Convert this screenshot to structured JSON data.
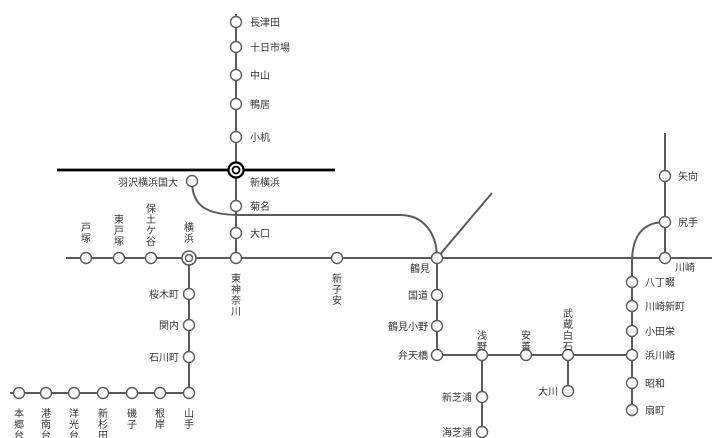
{
  "map": {
    "stations": {
      "nagatsuda": "長津田",
      "tokaichiba": "十日市場",
      "nakayama": "中山",
      "kamoi": "鴨居",
      "kozukue": "小机",
      "shinyokohama": "新横浜",
      "hazawa": "羽沢横浜国大",
      "kikuna": "菊名",
      "okurayama": "大口",
      "totsuka": "戸塚",
      "higashitotsuka": "東戸塚",
      "hodogaya": "保土ケ谷",
      "yokohama": "横浜",
      "higashikanagawa": "東神奈川",
      "shinkoyasu": "新子安",
      "tsurumi": "鶴見",
      "kawasaki": "川崎",
      "sakuragicho": "桜木町",
      "kannai": "関内",
      "ishikawacho": "石川町",
      "yamate": "山手",
      "negishi": "根岸",
      "isogo": "磯子",
      "shinsugita": "新杉田",
      "yokodai": "洋光台",
      "konandai": "港南台",
      "hongodai": "本郷台",
      "kokudo": "国道",
      "tsurumiono": "鶴見小野",
      "bentenbashi": "弁天橋",
      "asano": "浅野",
      "anzen": "安善",
      "musashishiraishi": "武蔵白石",
      "hamakawasaki": "浜川崎",
      "shinshibaura": "新芝浦",
      "umishibaura": "海芝浦",
      "okawa": "大川",
      "yako": "矢向",
      "shitte": "尻手",
      "hatchonawate": "八丁畷",
      "kawasakishinmachi": "川崎新町",
      "odasakae": "小田栄",
      "showa": "昭和",
      "ogimachi": "扇町"
    }
  }
}
